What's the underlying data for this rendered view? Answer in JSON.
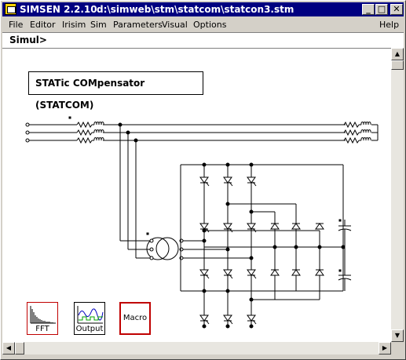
{
  "window": {
    "app_title": "SIMSEN 2.2.10",
    "file_path": "d:\\simweb\\stm\\statcom\\statcon3.stm",
    "minimize_glyph": "_",
    "maximize_glyph": "□",
    "close_glyph": "✕"
  },
  "menu": {
    "items": [
      "File",
      "Editor",
      "Irisim",
      "Sim",
      "Parameters",
      "Visual",
      "Options"
    ],
    "help": "Help"
  },
  "subheader": {
    "label": "Simul>"
  },
  "schematic": {
    "title": "STATic COMpensator (STATCOM)"
  },
  "tools": {
    "fft": "FFT",
    "output": "Output",
    "macro": "Macro"
  },
  "colors": {
    "titlebar": "#000080",
    "window_bg": "#d4d0c8",
    "red_box": "#c00000"
  },
  "icons": {
    "thyristor": "thyristor-icon",
    "diode": "diode-icon",
    "transformer": "transformer-icon",
    "capacitor": "capacitor-icon"
  }
}
